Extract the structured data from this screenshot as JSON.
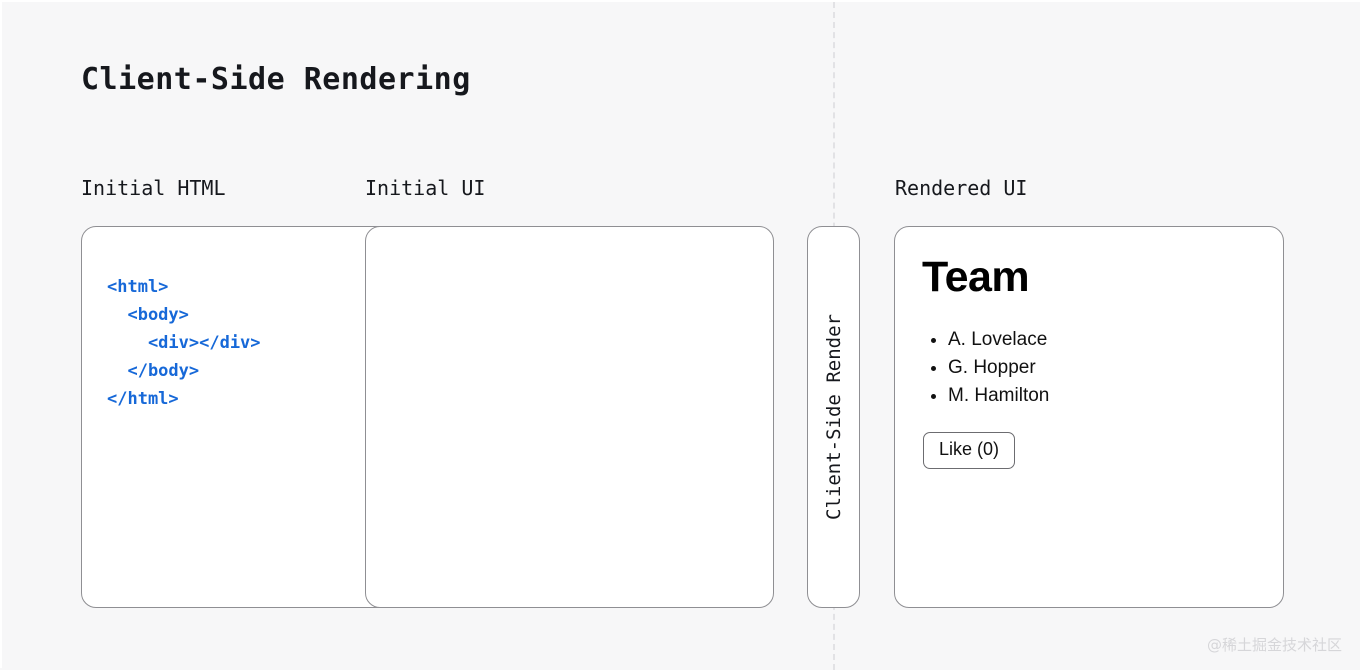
{
  "diagram": {
    "title": "Client-Side Rendering",
    "background_color": "#f7f7f8",
    "code_color": "#1668d8",
    "border_color": "#8f8f93"
  },
  "columns": {
    "initial_html_label": "Initial HTML",
    "initial_ui_label": "Initial UI",
    "rendered_ui_label": "Rendered UI"
  },
  "code_panel": {
    "language": "html",
    "code": "<html>\n  <body>\n    <div></div>\n  </body>\n</html>",
    "lines": [
      "<html>",
      "  <body>",
      "    <div></div>",
      "  </body>",
      "</html>"
    ]
  },
  "initial_ui_panel": {
    "content": ""
  },
  "arrow": {
    "label": "Client-Side Render"
  },
  "rendered_ui_panel": {
    "heading": "Team",
    "list": [
      "A. Lovelace",
      "G. Hopper",
      "M. Hamilton"
    ],
    "button_label": "Like (0)"
  },
  "watermark": {
    "text": "@稀土掘金技术社区"
  }
}
